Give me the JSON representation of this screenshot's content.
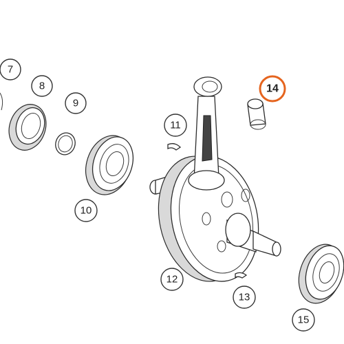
{
  "colors": {
    "highlight": "#E5641E",
    "line": "#2b2b2b",
    "callout_border": "#333333",
    "part_shade": "#d9d9d9"
  },
  "callouts": {
    "c7": "7",
    "c8": "8",
    "c9": "9",
    "c10": "10",
    "c11": "11",
    "c12": "12",
    "c13": "13",
    "c14": "14",
    "c15": "15"
  },
  "highlighted_callout": "14"
}
